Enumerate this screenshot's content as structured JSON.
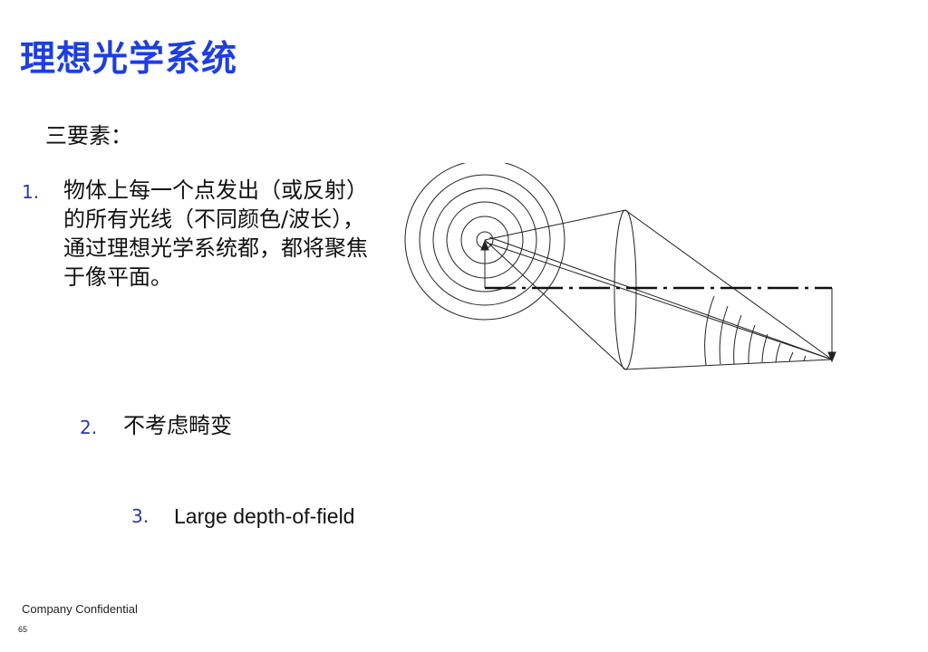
{
  "slide": {
    "title": "理想光学系统",
    "subtitle": "三要素：",
    "items": [
      {
        "number": "1.",
        "text": "物体上每一个点发出（或反射）的所有光线（不同颜色/波长），通过理想光学系统都，都将聚焦于像平面。"
      },
      {
        "number": "2.",
        "text": "不考虑畸变"
      },
      {
        "number": "3.",
        "text": "Large depth-of-field"
      }
    ],
    "footer": {
      "confidential": "Company Confidential",
      "page_number": "65"
    }
  },
  "colors": {
    "title": "#1e3ee0",
    "list_number": "#2a3aa8",
    "text": "#111111"
  }
}
